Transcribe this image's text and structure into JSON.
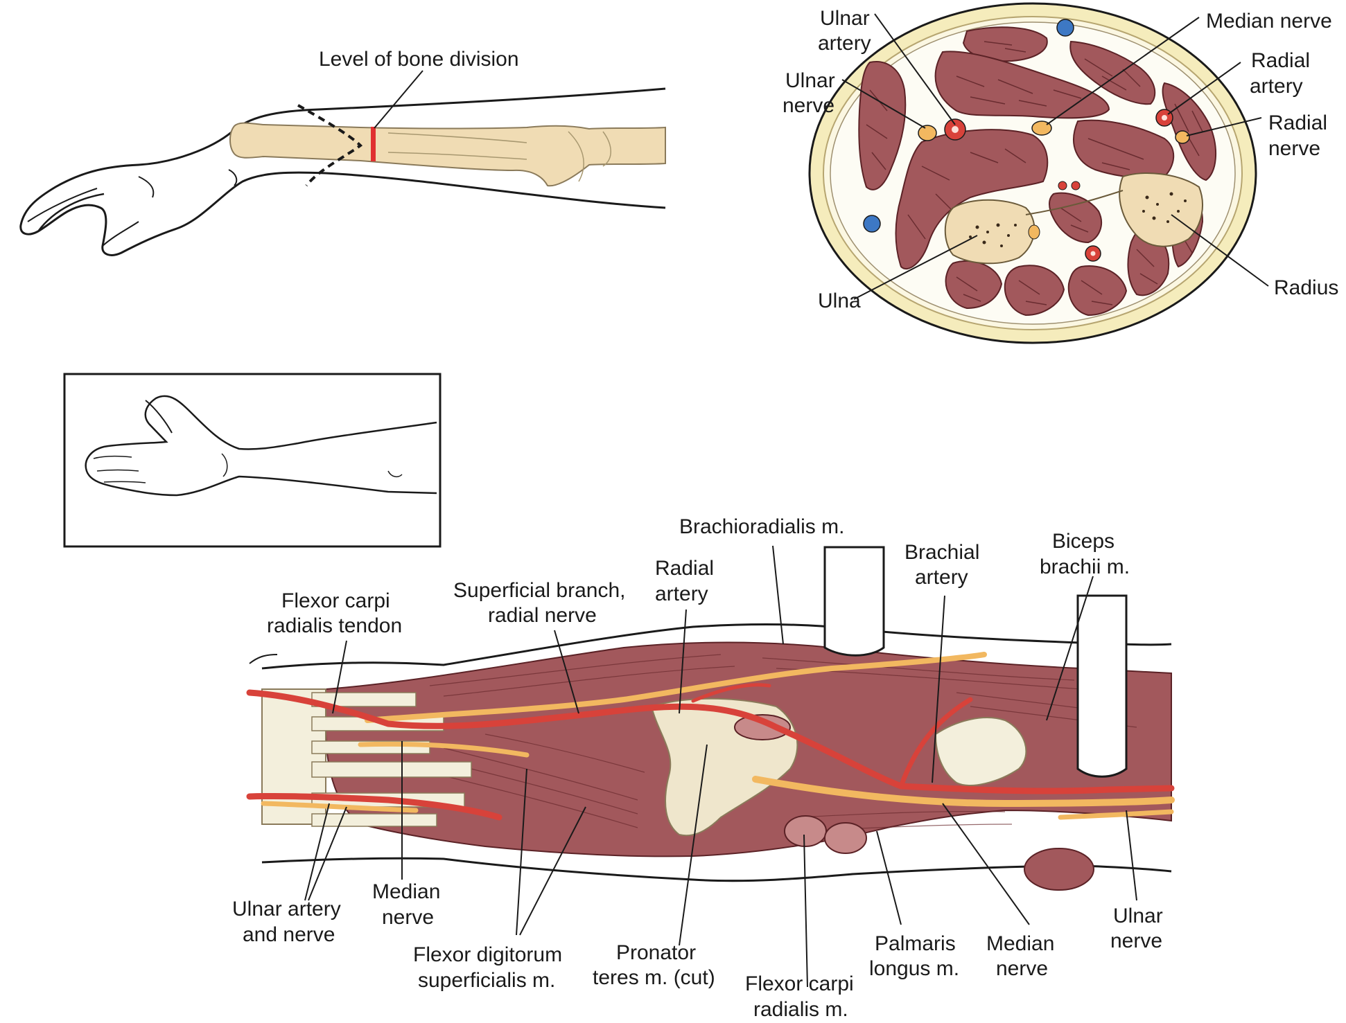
{
  "colors": {
    "muscle": "#a2585c",
    "muscle_line": "#6a2a2e",
    "bone": "#f0dcb4",
    "fat": "#f5ecbc",
    "artery": "#d8423a",
    "vein": "#3d78c4",
    "nerve": "#f2b860",
    "tendon": "#f3efdc",
    "cut_line": "#e03030",
    "outline": "#1a1a1a"
  },
  "top_left_panel": {
    "icon": "forearm-bone-division-illustration",
    "label_level_of_bone_division": "Level of bone division"
  },
  "cross_section": {
    "icon": "forearm-cross-section-illustration",
    "ulnar_artery": [
      "Ulnar",
      "artery"
    ],
    "ulnar_nerve": [
      "Ulnar",
      "nerve"
    ],
    "median_nerve": "Median nerve",
    "radial_artery": [
      "Radial",
      "artery"
    ],
    "radial_nerve": [
      "Radial",
      "nerve"
    ],
    "ulna": "Ulna",
    "radius": "Radius"
  },
  "inset": {
    "icon": "arm-position-inset-illustration"
  },
  "dissection": {
    "icon": "forearm-dissection-illustration",
    "brachioradialis": "Brachioradialis m.",
    "brachial_artery": [
      "Brachial",
      "artery"
    ],
    "biceps_brachii": [
      "Biceps",
      "brachii m."
    ],
    "radial_artery": [
      "Radial",
      "artery"
    ],
    "superficial_branch": [
      "Superficial branch,",
      "radial nerve"
    ],
    "fcr_tendon": [
      "Flexor carpi",
      "radialis tendon"
    ],
    "ulnar_artery_nerve": [
      "Ulnar artery",
      "and nerve"
    ],
    "median_nerve_left": [
      "Median",
      "nerve"
    ],
    "fds": [
      "Flexor digitorum",
      "superficialis m."
    ],
    "pronator_teres": [
      "Pronator",
      "teres m. (cut)"
    ],
    "fcr_muscle": [
      "Flexor carpi",
      "radialis m."
    ],
    "palmaris_longus": [
      "Palmaris",
      "longus m."
    ],
    "median_nerve_right": [
      "Median",
      "nerve"
    ],
    "ulnar_nerve": [
      "Ulnar",
      "nerve"
    ]
  }
}
